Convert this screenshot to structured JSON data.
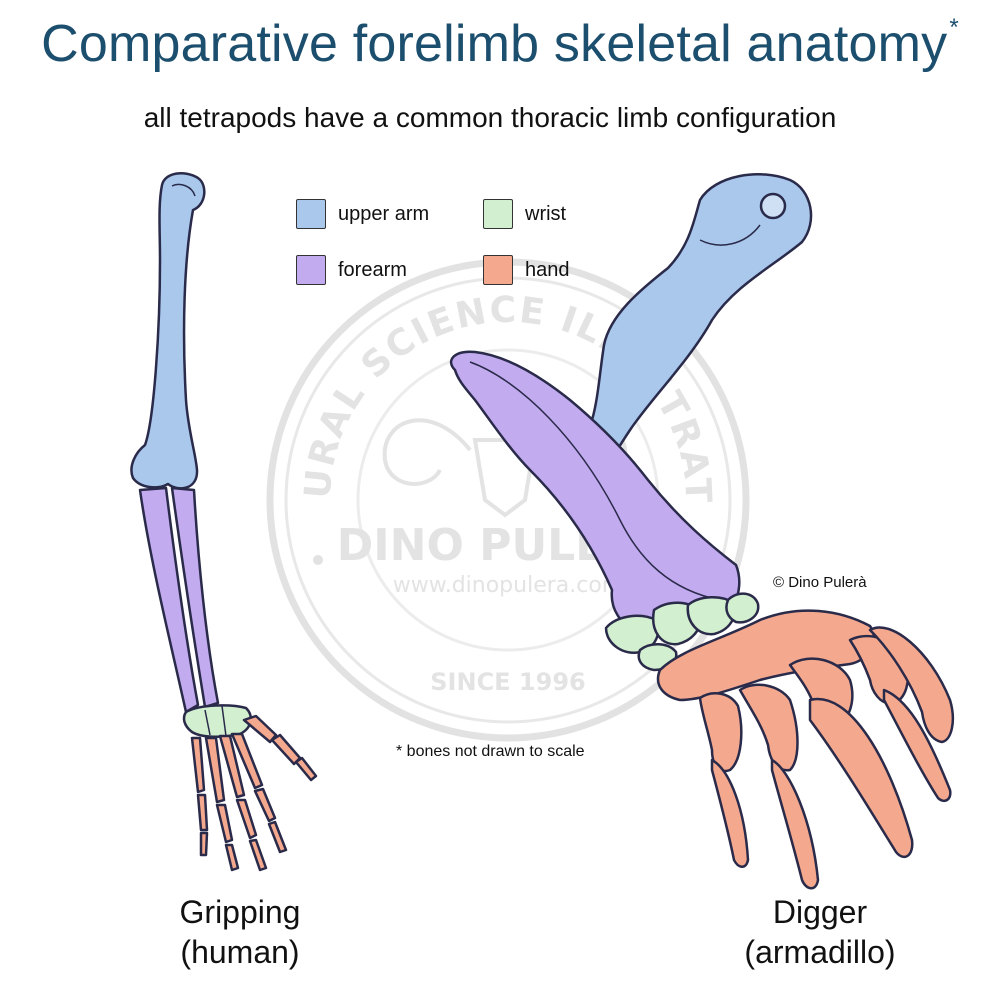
{
  "header": {
    "title": "Comparative forelimb skeletal anatomy",
    "title_mark": "*",
    "subtitle": "all tetrapods have a common thoracic limb configuration"
  },
  "legend": [
    {
      "key": "upper_arm",
      "label": "upper arm",
      "color": "#a9c8ec"
    },
    {
      "key": "wrist",
      "label": "wrist",
      "color": "#d2efcf"
    },
    {
      "key": "forearm",
      "label": "forearm",
      "color": "#c2abef"
    },
    {
      "key": "hand",
      "label": "hand",
      "color": "#f4a98e"
    }
  ],
  "watermark": {
    "ring_text": "NATURAL SCIENCE ILLUSTRATION",
    "name": "DINO PULERÀ",
    "url": "www.dinopulera.com",
    "since": "SINCE 1996"
  },
  "credit": "© Dino Pulerà",
  "note": "* bones not drawn to scale",
  "captions": {
    "left": {
      "line1": "Gripping",
      "line2": "(human)"
    },
    "right": {
      "line1": "Digger",
      "line2": "(armadillo)"
    }
  }
}
